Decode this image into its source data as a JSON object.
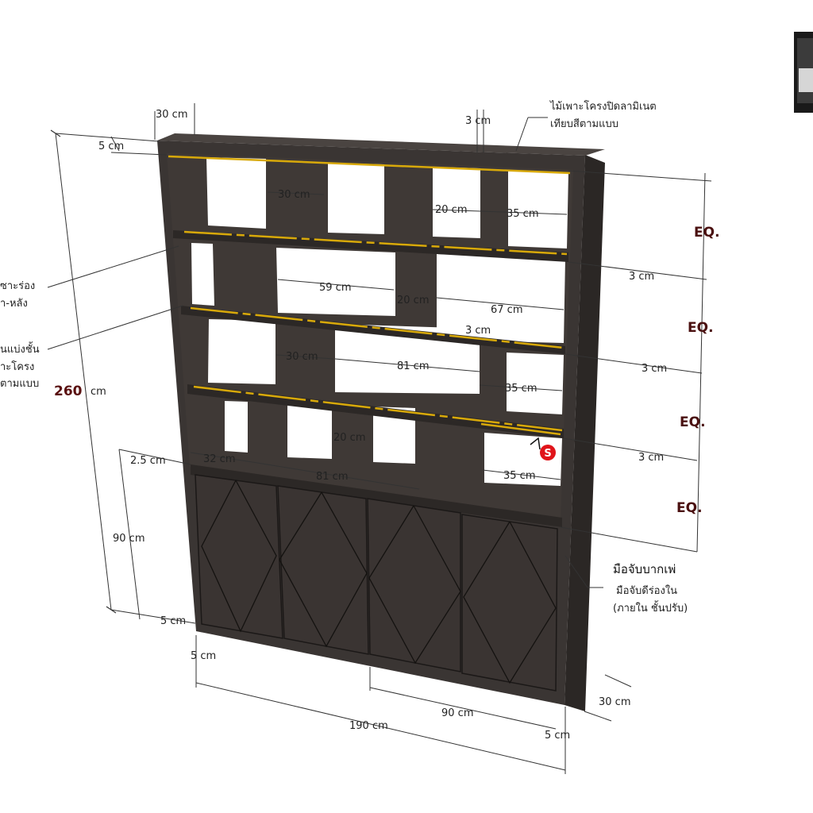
{
  "dimensions": {
    "height_total": "260",
    "height_unit": "cm",
    "top_depth": "30 cm",
    "top_board": "5 cm",
    "top_right_gap": "3 cm",
    "shelf_gap_1": "3 cm",
    "shelf_gap_2": "3 cm",
    "shelf_gap_3": "3 cm",
    "shelf_gap_4": "3 cm",
    "mid_gap": "3 cm",
    "row1_a": "30 cm",
    "row1_b": "20 cm",
    "row1_c": "35 cm",
    "row2_a": "59 cm",
    "row2_b": "20 cm",
    "row2_c": "67 cm",
    "row3_a": "30 cm",
    "row3_b": "81 cm",
    "row3_c": "35 cm",
    "row4_a": "20 cm",
    "row4_b": "32 cm",
    "row4_c": "81 cm",
    "row4_d": "35 cm",
    "base_gap": "2.5 cm",
    "cabinet_height": "90 cm",
    "plinth": "5 cm",
    "side_left": "5 cm",
    "side_right": "5 cm",
    "width_total": "190 cm",
    "width_half": "90 cm",
    "depth_bottom": "30 cm"
  },
  "eq_labels": [
    "EQ.",
    "EQ.",
    "EQ.",
    "EQ."
  ],
  "notes": {
    "top_right_line1": "ไม้เพาะโครงปิดลามิเนต",
    "top_right_line2": "เทียบสีตามแบบ",
    "left_1_line1": "ซาะร่อง",
    "left_1_line2": "ำ-หลัง",
    "left_2_line1": "นแบ่งชั้น",
    "left_2_line2": "าะโครง",
    "left_2_line3": "ตามแบบ",
    "handle_main": "มือจับบากเพ่",
    "handle_line1": "มือจับดีร่องใน",
    "handle_line2": "(ภายใน  ชั้นปรับ)"
  },
  "marker": {
    "label": "S",
    "color": "#e0141a"
  },
  "colors": {
    "body": "#3a3533",
    "body_side": "#2a2624",
    "panel": "#38322f",
    "accent": "#d8a90a",
    "thumb": "#1a1a1a"
  }
}
